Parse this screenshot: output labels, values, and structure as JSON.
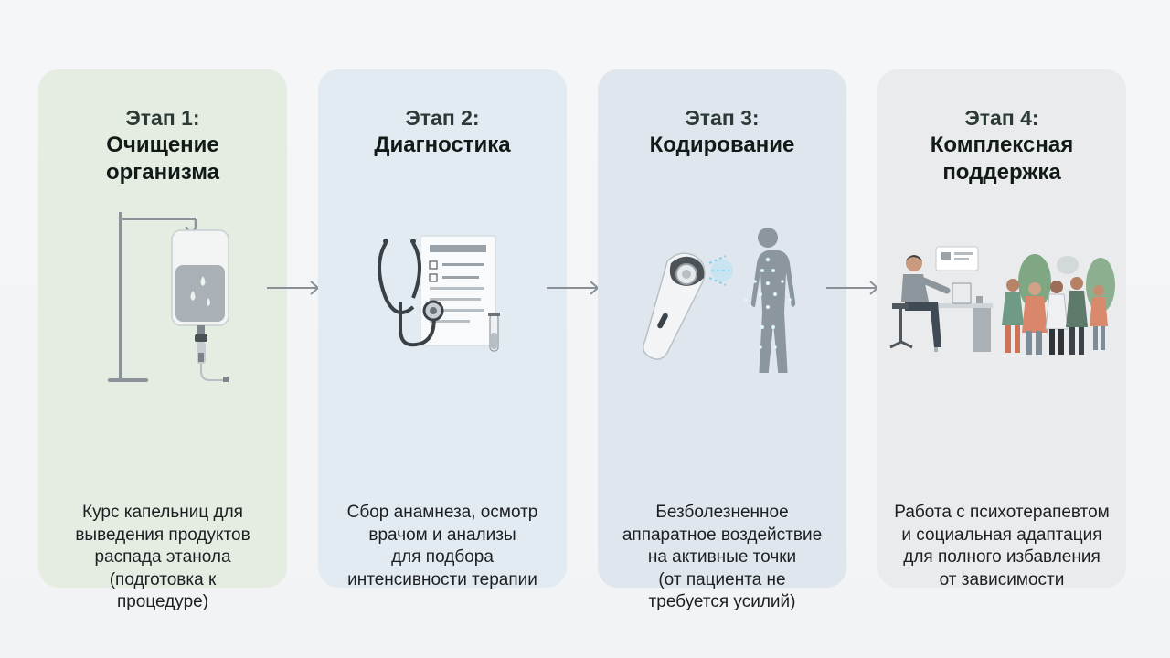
{
  "stages": [
    {
      "step": "Этап 1:",
      "name_lines": [
        "Очищение",
        "организма"
      ],
      "desc_lines": [
        "Курс капельниц для",
        "выведения продуктов",
        "распада этанола",
        "(подготовка к",
        "процедуре)"
      ],
      "icon": "iv-drip-icon"
    },
    {
      "step": "Этап 2:",
      "name_lines": [
        "Диагностика"
      ],
      "desc_lines": [
        "Сбор анамнеза, осмотр",
        "врачом и анализы",
        "для подбора",
        "интенсивности терапии"
      ],
      "icon": "stethoscope-clipboard-icon"
    },
    {
      "step": "Этап 3:",
      "name_lines": [
        "Кодирование"
      ],
      "desc_lines": [
        "Безболезненное",
        "аппаратное воздействие",
        "на активные точки",
        "(от пациента не",
        "требуется усилий)"
      ],
      "icon": "device-body-points-icon"
    },
    {
      "step": "Этап 4:",
      "name_lines": [
        "Комплексная",
        "поддержка"
      ],
      "desc_lines": [
        "Работа с психотерапевтом",
        "и социальная адаптация",
        "для полного избавления",
        "от зависимости"
      ],
      "icon": "therapy-group-icon"
    }
  ],
  "colors": {
    "card1": "#e5ede2",
    "card2": "#e3ebf2",
    "card3": "#dfe6ed",
    "card4": "#e9ebec",
    "arrow": "#8a9096"
  }
}
